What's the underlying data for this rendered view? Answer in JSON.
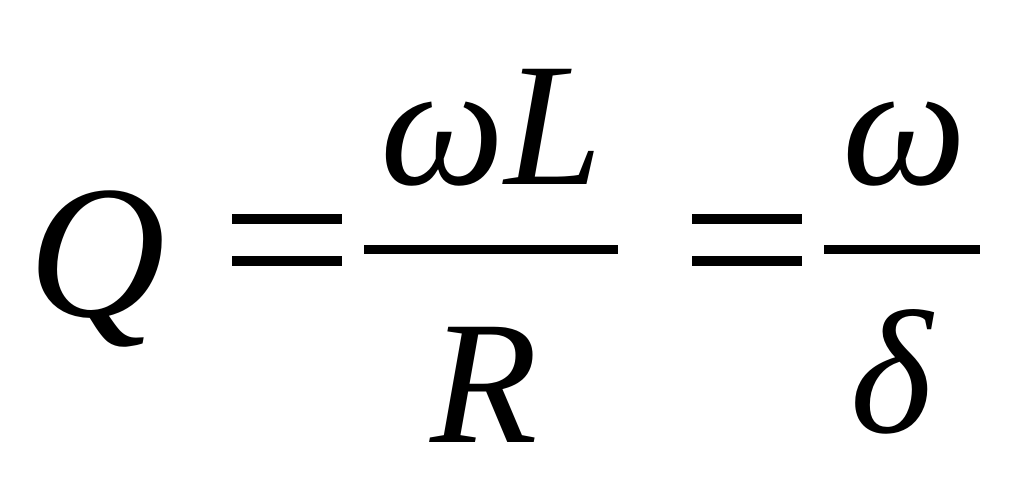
{
  "equation": {
    "lhs": "Q",
    "fraction1": {
      "numerator": "ωL",
      "denominator": "R"
    },
    "fraction2": {
      "numerator": "ω",
      "denominator": "δ"
    }
  }
}
